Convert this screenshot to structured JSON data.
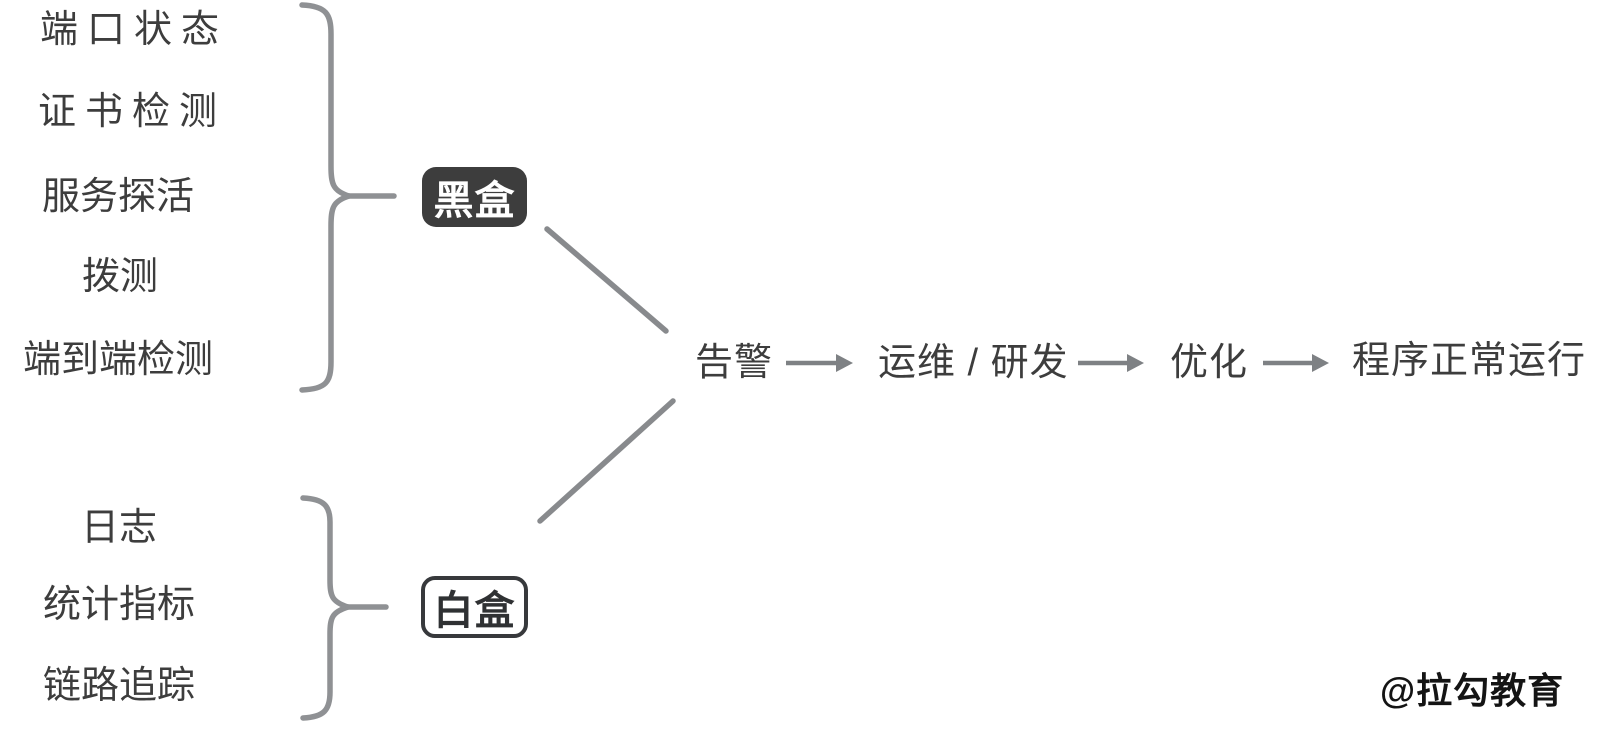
{
  "diagram": {
    "blackbox_group": {
      "items": [
        "端口状态",
        "证书检测",
        "服务探活",
        "拨测",
        "端到端检测"
      ],
      "badge": "黑盒"
    },
    "whitebox_group": {
      "items": [
        "日志",
        "统计指标",
        "链路追踪"
      ],
      "badge": "白盒"
    },
    "flow": {
      "alert": "告警",
      "ops_dev": "运维 / 研发",
      "optimize": "优化",
      "normal_run": "程序正常运行"
    },
    "watermark": "@拉勾教育",
    "colors": {
      "text": "#3d3d3d",
      "brace": "#8f9194",
      "connector": "#888a8d",
      "arrow": "#7e8184",
      "black_badge_bg": "#3d3d3d",
      "black_badge_text": "#ffffff",
      "white_badge_border": "#37393c",
      "background": "#ffffff"
    }
  }
}
